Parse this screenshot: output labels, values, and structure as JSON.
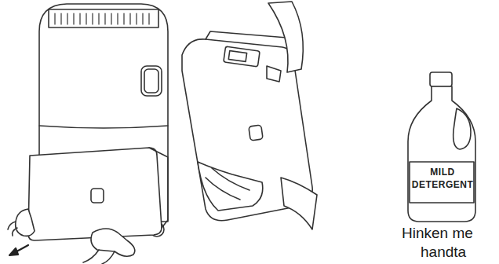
{
  "diagram": {
    "labels": [
      "MILD DETERGENT",
      "Hinken me",
      "handta"
    ]
  }
}
